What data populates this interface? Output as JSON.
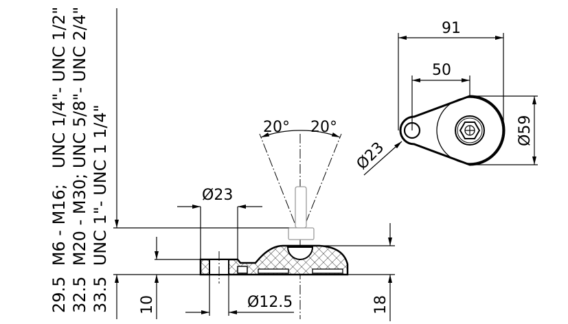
{
  "drawing": {
    "thread_table": [
      "29.5  M6 - M16;   UNC 1/4\"- UNC 1/2\"",
      "32.5  M20 - M30; UNC 5/8\"- UNC 2/4\"",
      "33.5  UNC 1\"- UNC 1 1/4\""
    ],
    "side_view": {
      "pad_diameter": "Ø23",
      "hole_diameter": "Ø12.5",
      "pad_height": "10",
      "total_height": "18",
      "tilt_left": "20°",
      "tilt_right": "20°"
    },
    "top_view": {
      "overall_length": "91",
      "center_distance": "50",
      "base_diameter": "Ø59",
      "pad_diameter": "Ø23"
    }
  }
}
